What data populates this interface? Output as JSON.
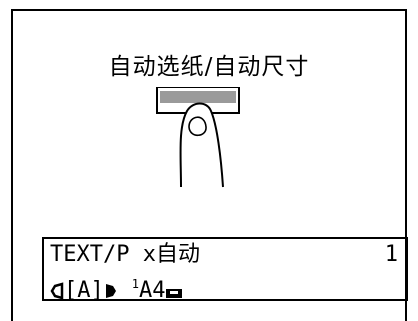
{
  "key": {
    "label": "自动选纸/自动尺寸"
  },
  "lcd": {
    "row1": {
      "mode": "TEXT/P x自动",
      "count": "1"
    },
    "row2": {
      "density": "[A]",
      "tray_number": "1",
      "paper_size": "A4"
    }
  },
  "icons": {
    "finger": "finger-pressing-icon",
    "density_left": "density-decrease-icon",
    "density_right": "density-increase-icon",
    "tray": "paper-tray-icon"
  }
}
